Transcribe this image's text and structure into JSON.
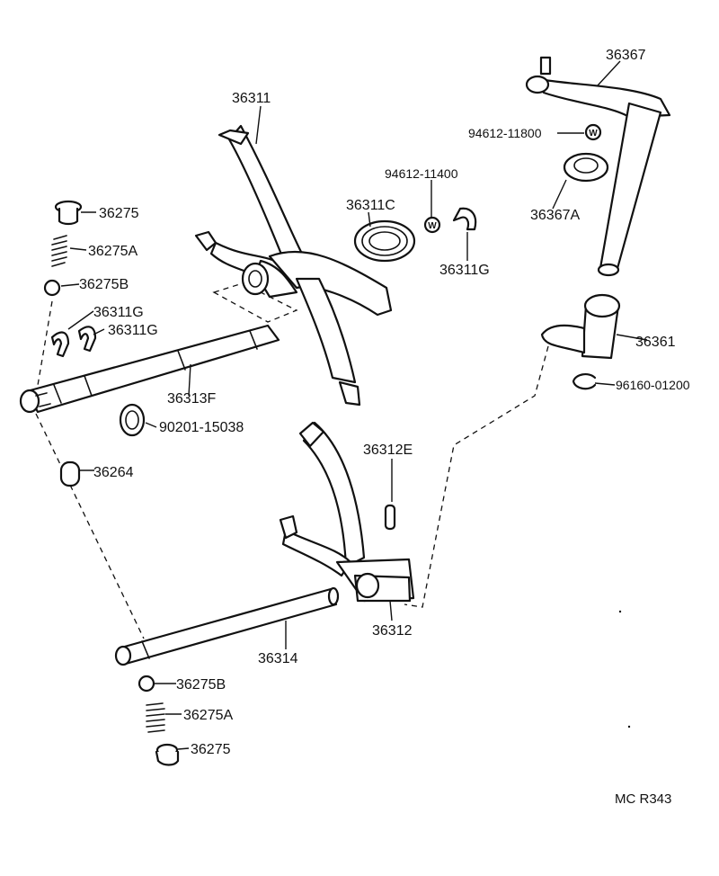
{
  "labels": {
    "fork_36311": "36311",
    "arm_36367": "36367",
    "washer_94612_11800": "94612-11800",
    "seal_36367A": "36367A",
    "washer_94612_11400": "94612-11400",
    "spring_36311C": "36311C",
    "clip_36311G_right": "36311G",
    "plug_36275_top": "36275",
    "spring_36275A_top": "36275A",
    "ball_36275B_top": "36275B",
    "clip_36311G_left_a": "36311G",
    "clip_36311G_left_b": "36311G",
    "shaft_36313F": "36313F",
    "lever_36361": "36361",
    "ering_96160_01200": "96160-01200",
    "washer_90201_15038": "90201-15038",
    "pin_36312E": "36312E",
    "pin_36264": "36264",
    "fork_36312": "36312",
    "shaft_36314": "36314",
    "ball_36275B_bottom": "36275B",
    "spring_36275A_bottom": "36275A",
    "plug_36275_bottom": "36275"
  },
  "washer_marks": {
    "upper": "W",
    "lower": "W"
  },
  "reference_code": "MC R343"
}
